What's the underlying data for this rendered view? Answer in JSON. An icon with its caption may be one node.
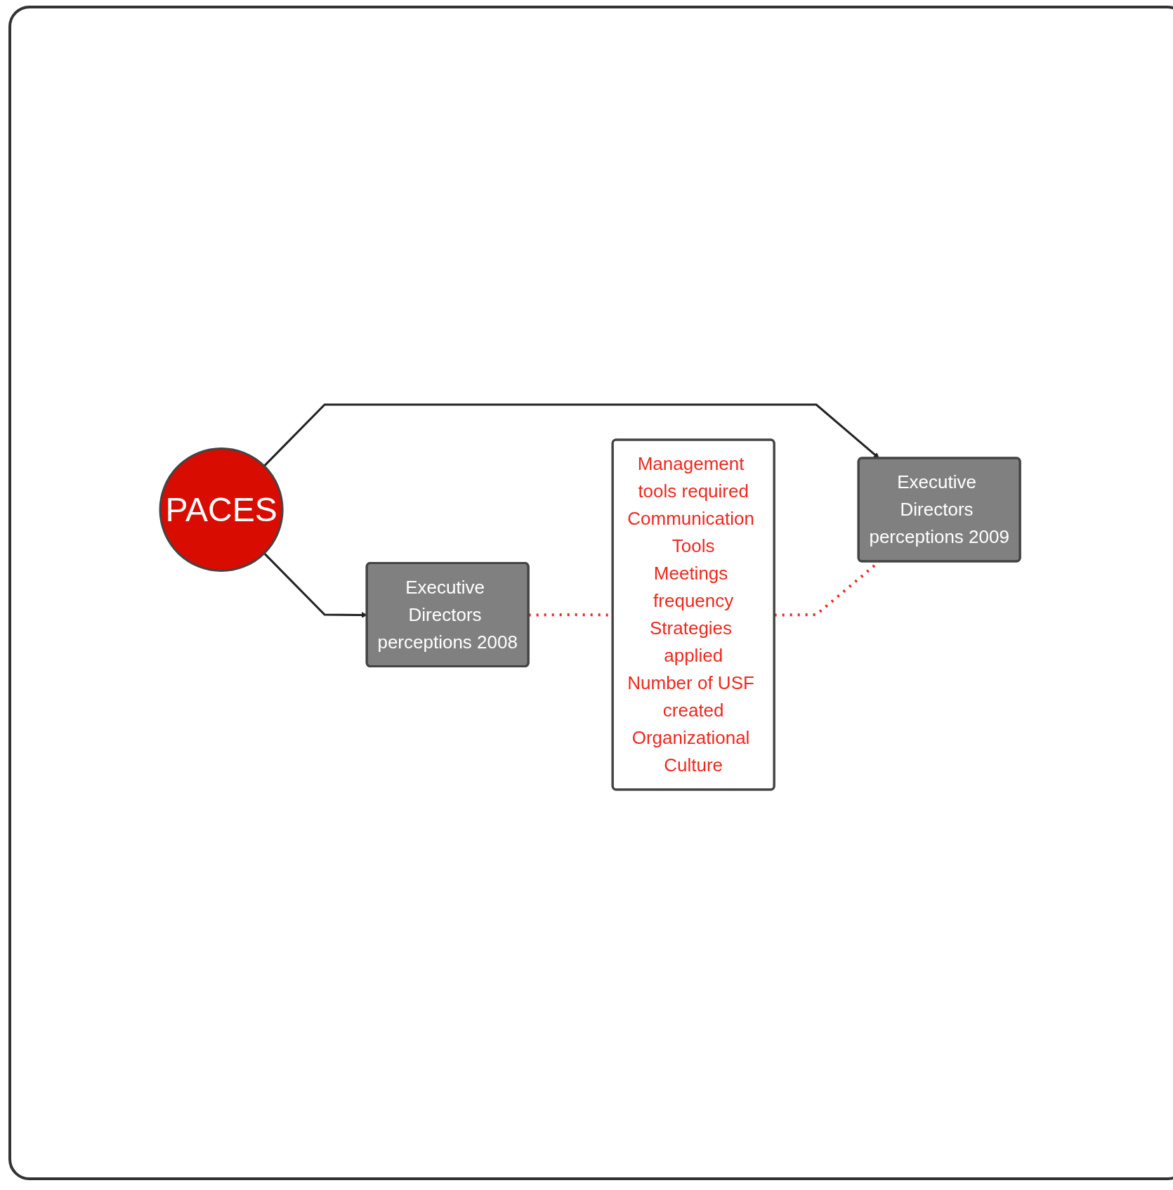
{
  "diagram": {
    "nodes": [
      {
        "text": [
          "Executive Directors perceptions 2008"
        ]
      },
      {
        "text": [
          "PACES"
        ]
      },
      {
        "text": [
          "Management tools required",
          "Communication Tools",
          "Meetings frequency",
          "Strategies applied",
          "Number of USF created",
          "Organizational Culture"
        ]
      },
      {
        "text": [
          "Executive Directors perceptions 2009"
        ]
      }
    ],
    "edges": [
      {
        "from": 1,
        "to": 0,
        "arrow": "to"
      },
      {
        "from": 1,
        "to": 3,
        "arrow": "to"
      },
      {
        "from": 0,
        "to": 2,
        "arrow": "none",
        "style": "dashed",
        "color": "#f0281e"
      },
      {
        "from": 2,
        "to": 3,
        "arrow": "none",
        "style": "dashed",
        "color": "#f0281e"
      }
    ]
  }
}
